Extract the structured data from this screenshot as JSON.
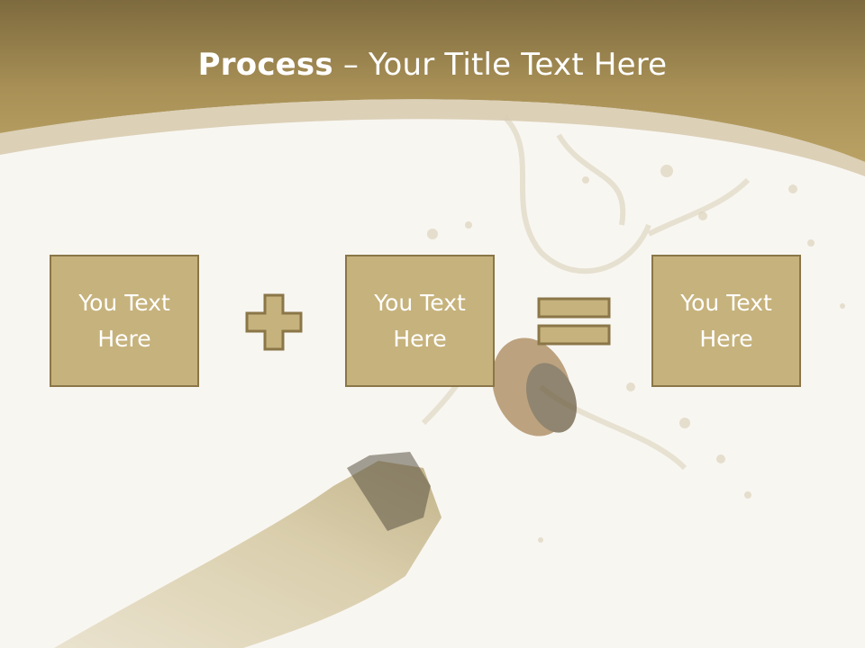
{
  "slide": {
    "title_bold": "Process",
    "title_separator": " – ",
    "title_rest": "Your Title Text Here"
  },
  "boxes": [
    {
      "text": "You Text Here"
    },
    {
      "text": "You Text Here"
    },
    {
      "text": "You Text Here"
    }
  ],
  "operators": {
    "plus": "plus-icon",
    "equals": "equals-icon"
  },
  "colors": {
    "header_gold": "#b79d5f",
    "box_fill": "#c6b27c",
    "box_border": "#8a7647",
    "background": "#f8f6f1"
  }
}
